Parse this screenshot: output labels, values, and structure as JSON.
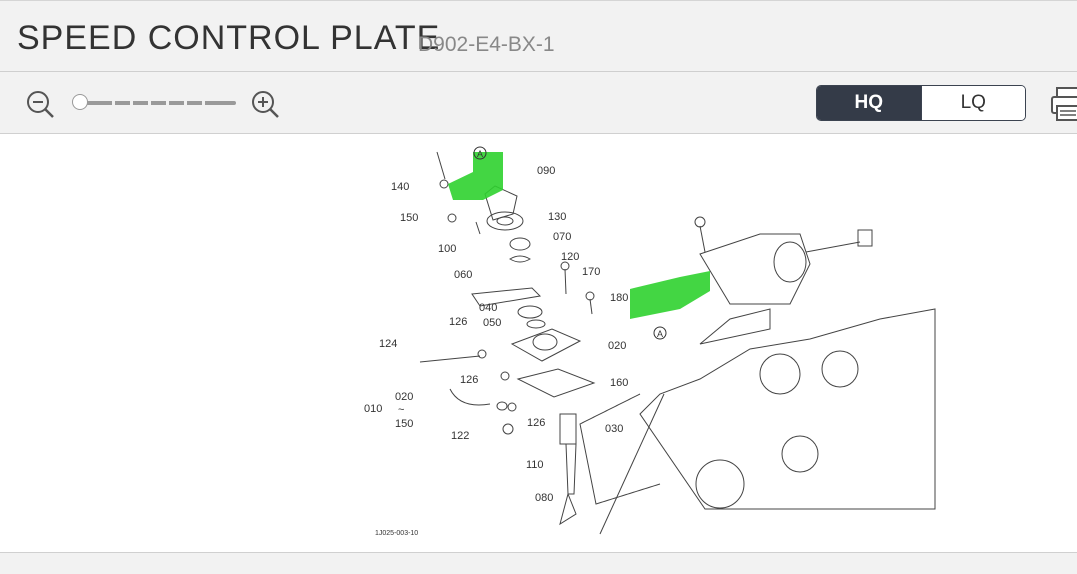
{
  "header": {
    "title": "SPEED CONTROL PLATE",
    "part_code": "D902-E4-BX-1"
  },
  "toolbar": {
    "zoom_out_icon": "zoom-out-icon",
    "zoom_in_icon": "zoom-in-icon",
    "zoom_level": 0,
    "quality": {
      "options": [
        "HQ",
        "LQ"
      ],
      "selected": "HQ"
    },
    "print_icon": "printer-icon"
  },
  "colors": {
    "header_bg": "#f2f2f2",
    "active_button": "#343b48",
    "highlight": "#2fd12f"
  },
  "diagram": {
    "callouts": {
      "c140": "140",
      "c150": "150",
      "c100": "100",
      "c090": "090",
      "c130": "130",
      "c070": "070",
      "c120": "120",
      "c060": "060",
      "c170": "170",
      "c180": "180",
      "c040": "040",
      "c050": "050",
      "c126a": "126",
      "c124": "124",
      "c020": "020",
      "c126b": "126",
      "c160": "160",
      "c010": "010",
      "c020b": "020",
      "c150b": "150",
      "c122": "122",
      "c126c": "126",
      "c030": "030",
      "c110": "110",
      "c080": "080",
      "marker_a1": "A",
      "marker_a2": "A",
      "tilde": "~"
    },
    "drawing_code": "1J025-003-10"
  }
}
